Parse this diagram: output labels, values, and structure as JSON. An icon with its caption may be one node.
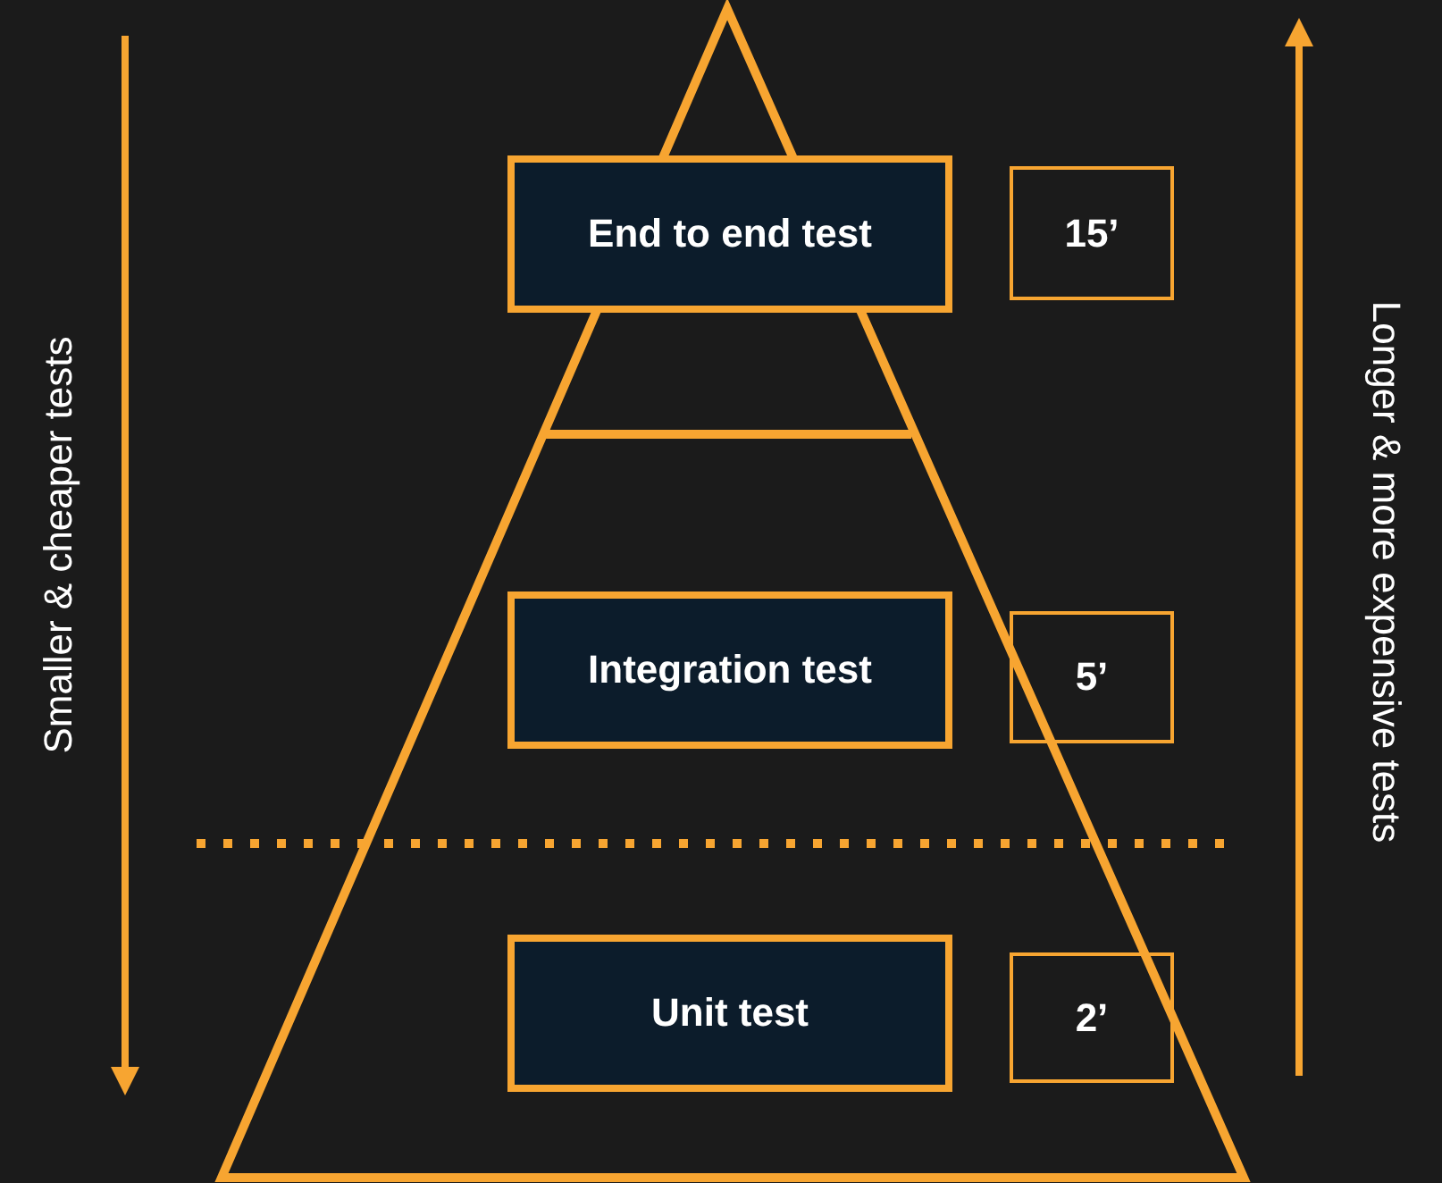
{
  "diagram": {
    "nodes": [
      {
        "text": [
          "End to end test"
        ]
      },
      {
        "text": [
          "15’"
        ]
      },
      {
        "text": [
          "Integration test"
        ]
      },
      {
        "text": [
          "5’"
        ]
      },
      {
        "text": [
          "Unit test"
        ]
      },
      {
        "text": [
          "2’"
        ]
      }
    ],
    "labels": [
      "Smaller & cheaper tests",
      "Longer & more expensive tests"
    ]
  }
}
